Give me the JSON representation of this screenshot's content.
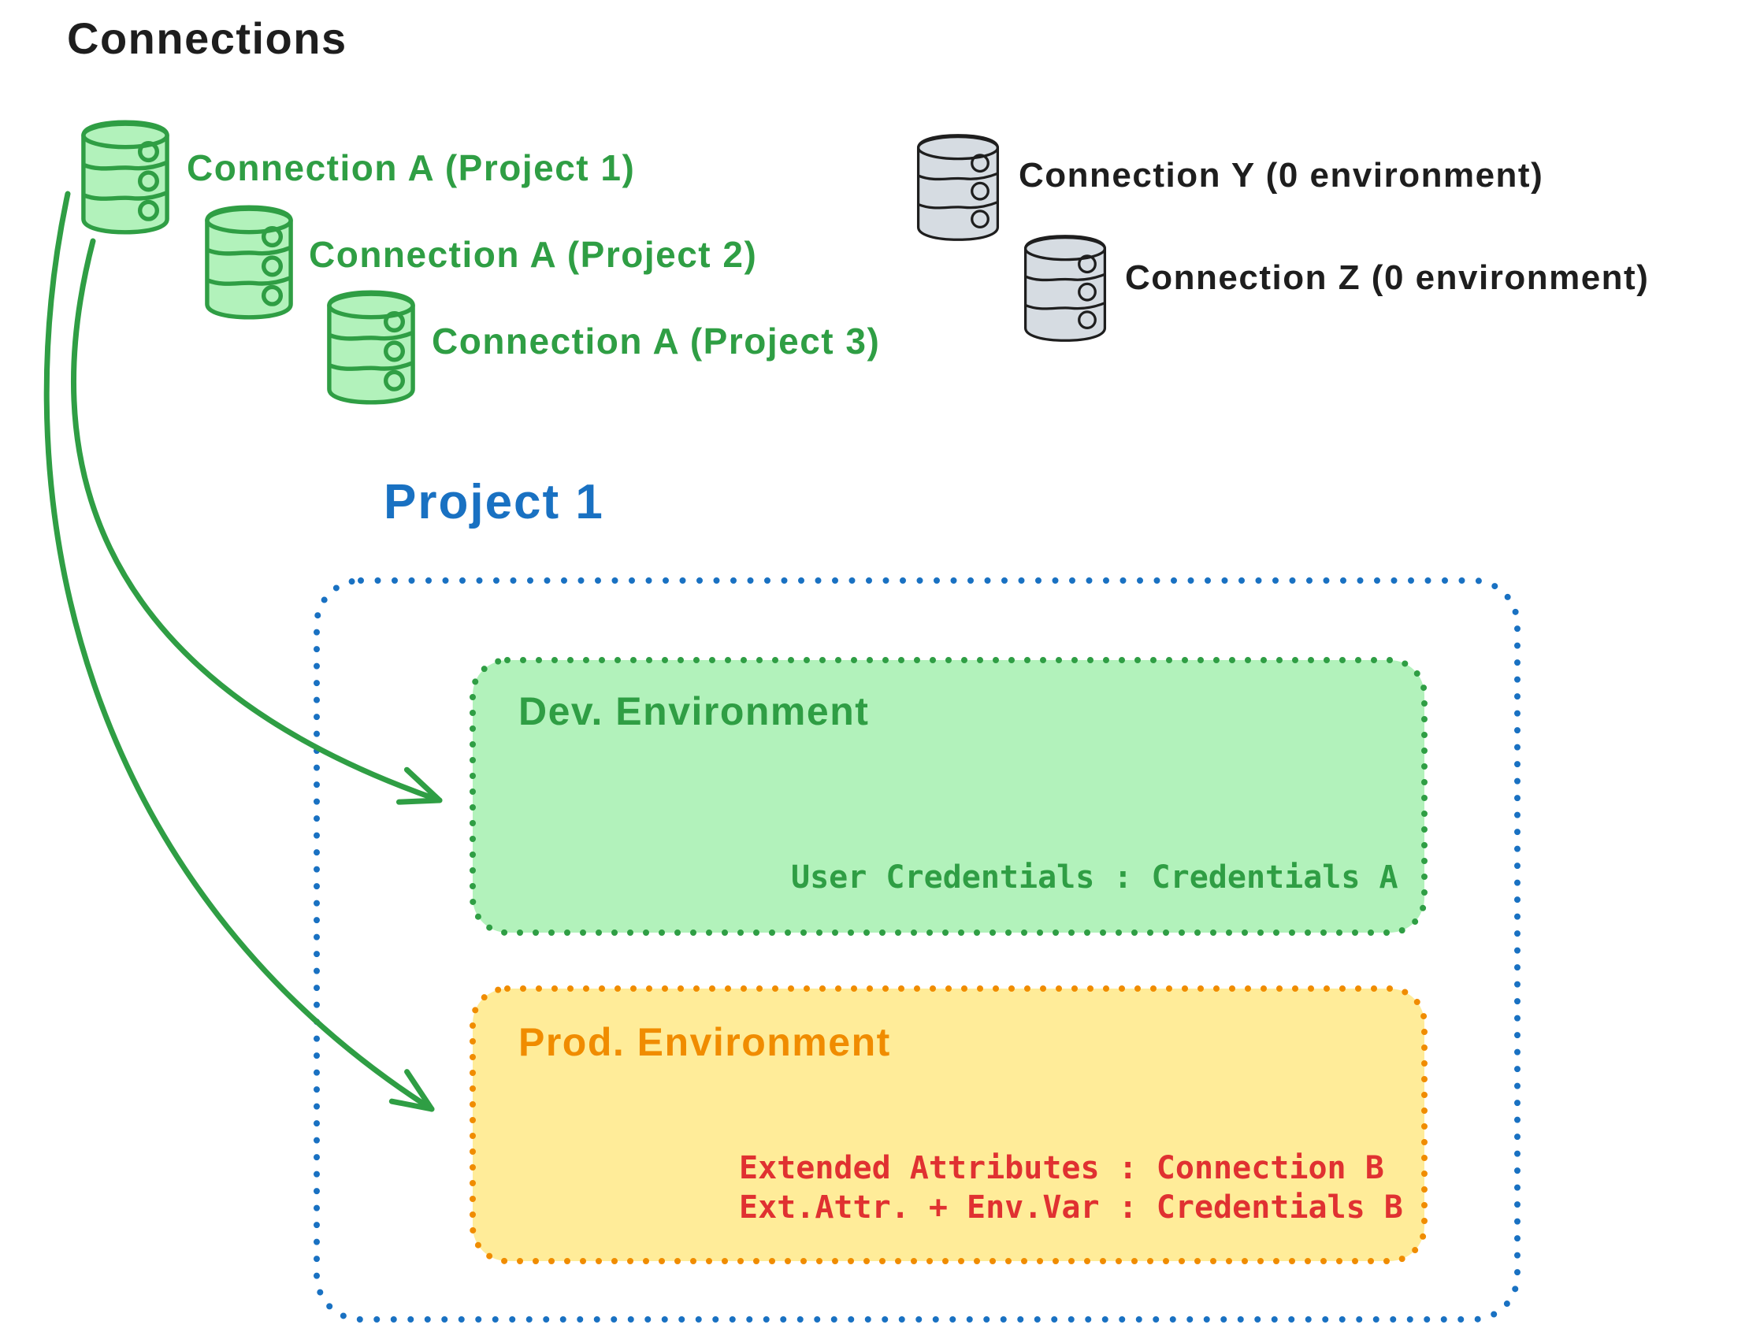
{
  "title": "Connections",
  "palette": {
    "text_black": "#1e1e1e",
    "green_stroke": "#2f9e44",
    "green_fill": "#b2f2bb",
    "gray_fill": "#d6dce2",
    "blue": "#1971c2",
    "orange": "#f08c00",
    "yellow_fill": "#ffec99",
    "red": "#e03131"
  },
  "connections": {
    "green": [
      {
        "label": "Connection A (Project 1)"
      },
      {
        "label": "Connection A (Project 2)"
      },
      {
        "label": "Connection A (Project 3)"
      }
    ],
    "gray": [
      {
        "label": "Connection Y (0 environment)"
      },
      {
        "label": "Connection Z (0 environment)"
      }
    ]
  },
  "project": {
    "title": "Project 1",
    "environments": {
      "dev": {
        "title": "Dev. Environment",
        "credentials_line": "User Credentials : Credentials A"
      },
      "prod": {
        "title": "Prod. Environment",
        "lines": [
          "Extended Attributes : Connection B",
          "Ext.Attr. + Env.Var : Credentials B"
        ]
      }
    }
  }
}
